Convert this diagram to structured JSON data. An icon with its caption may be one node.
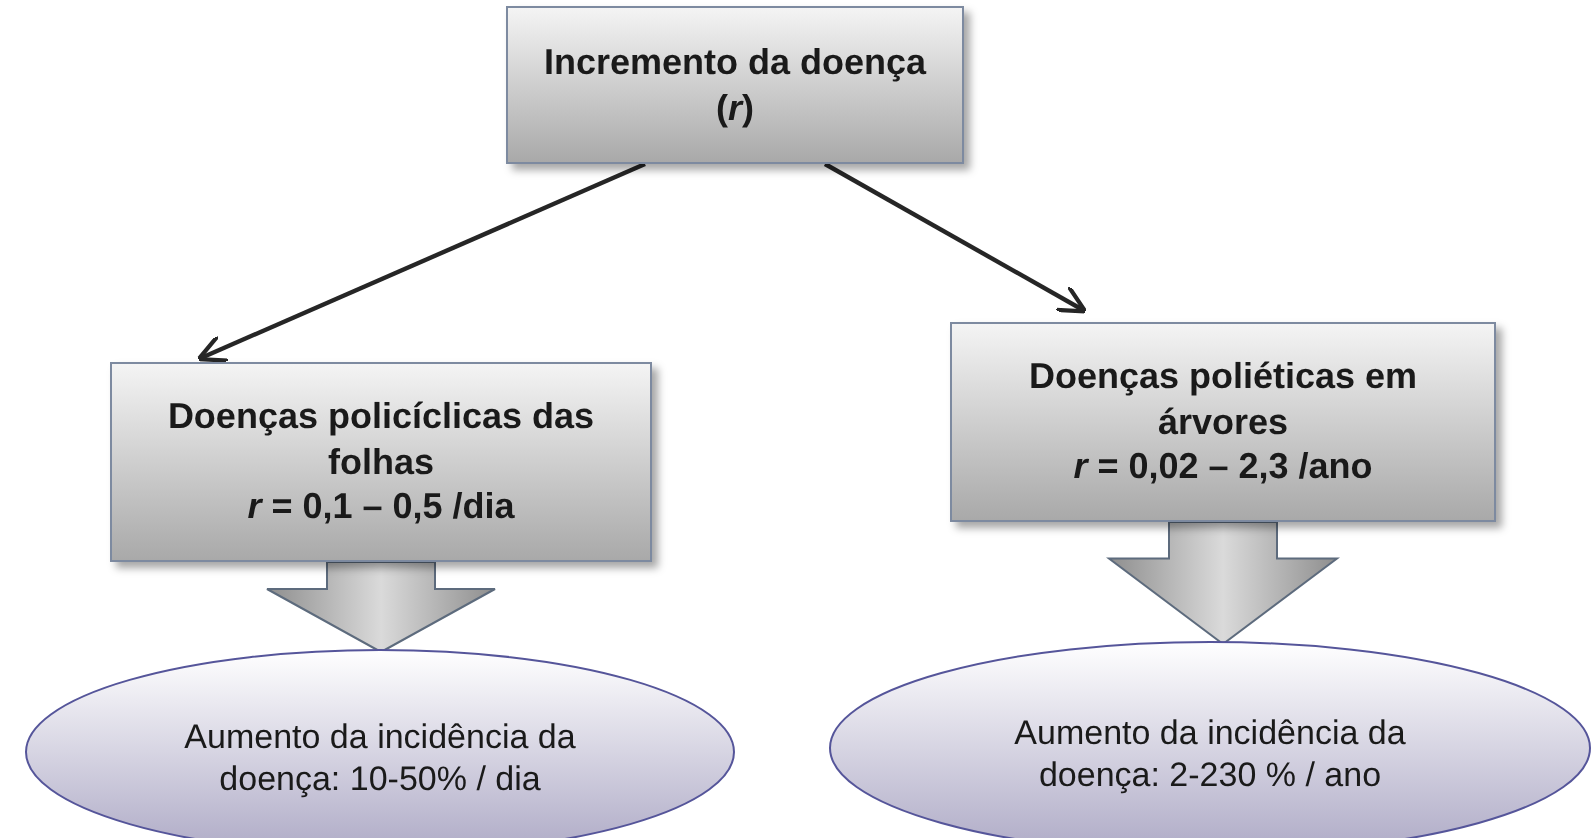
{
  "diagram": {
    "nodes": [
      {
        "text": [
          "Incremento da doença (*r*)"
        ]
      },
      {
        "text": [
          "Doenças policíclicas das folhas",
          "*r* = 0,1 – 0,5 /dia"
        ]
      },
      {
        "text": [
          "Doenças poliéticas em árvores",
          "*r* = 0,02 – 2,3 /ano"
        ]
      },
      {
        "text": [
          "Aumento da incidência da doença: 10-50% / dia"
        ]
      },
      {
        "text": [
          "Aumento da incidência da doença: 2-230 % / ano"
        ]
      }
    ],
    "edges": [
      {
        "from": 0,
        "to": 1,
        "arrow": "to"
      },
      {
        "from": 0,
        "to": 2,
        "arrow": "to"
      },
      {
        "from": 1,
        "to": 3,
        "arrow": "to",
        "style": "thick"
      },
      {
        "from": 2,
        "to": 4,
        "arrow": "to",
        "style": "thick"
      }
    ]
  }
}
